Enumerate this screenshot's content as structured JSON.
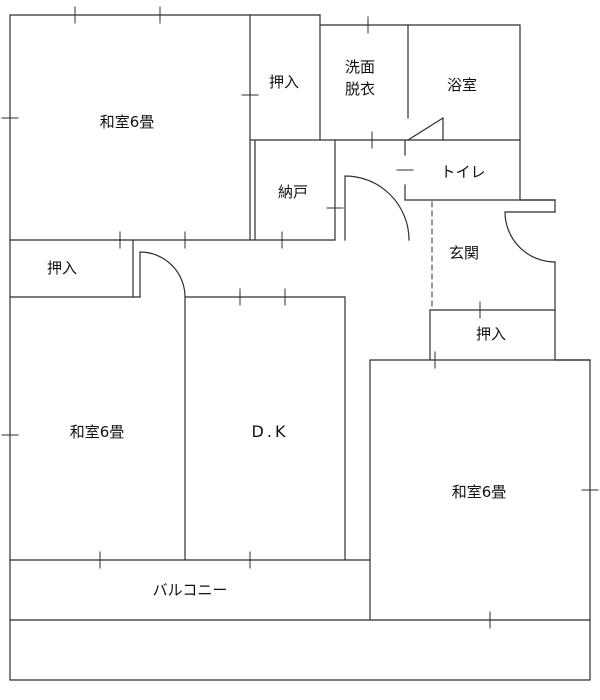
{
  "colors": {
    "line": "#2f2f2f",
    "background": "#ffffff",
    "text": "#111111"
  },
  "labels": {
    "washitsu_top": "和室6畳",
    "oshiire_top": "押入",
    "senmen_line1": "洗面",
    "senmen_line2": "脱衣",
    "yokushitsu": "浴室",
    "nando": "納戸",
    "toire": "トイレ",
    "genkan": "玄関",
    "oshiire_left": "押入",
    "washitsu_bottom_left": "和室6畳",
    "dk": "D.K",
    "oshiire_right": "押入",
    "washitsu_right": "和室6畳",
    "balcony": "バルコニー"
  }
}
